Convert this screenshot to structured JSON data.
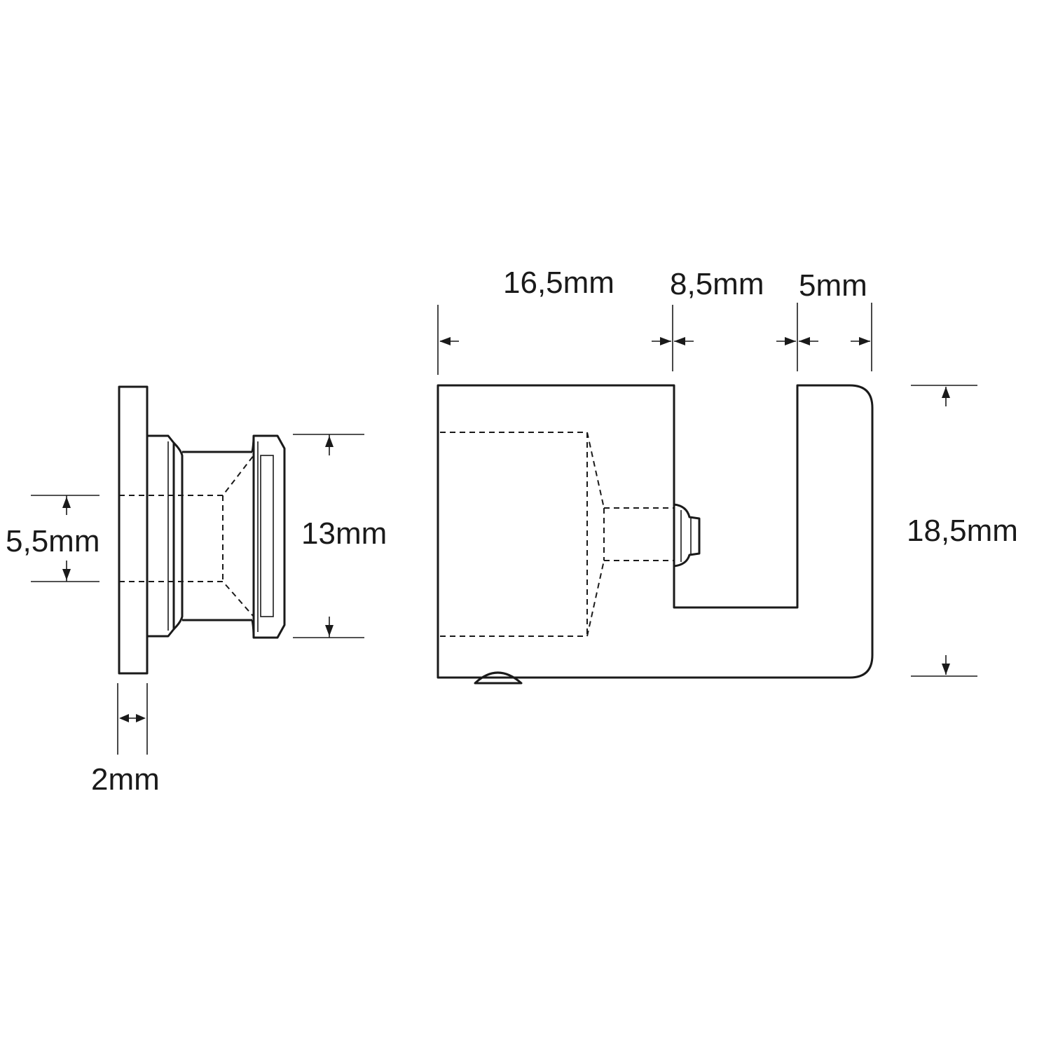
{
  "dimensions": {
    "knob_diameter": "13mm",
    "hole_diameter": "5,5mm",
    "plate_thickness": "2mm",
    "bracket_depth": "16,5mm",
    "slot_width": "8,5mm",
    "lip_thickness": "5mm",
    "bracket_height": "18,5mm"
  },
  "colors": {
    "line": "#1a1a1a",
    "background": "#ffffff"
  }
}
